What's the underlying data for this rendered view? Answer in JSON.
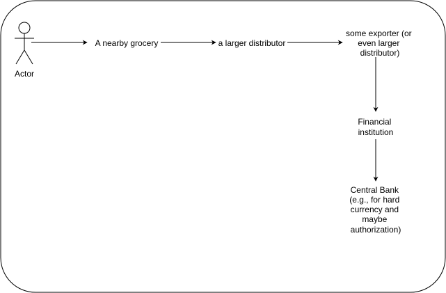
{
  "diagram": {
    "actor": {
      "label": "Actor"
    },
    "nodes": {
      "grocery": "A nearby grocery",
      "distributor": "a larger distributor",
      "exporter": [
        "some exporter (or",
        "even larger",
        "distributor)"
      ],
      "financial": [
        "Financial",
        "institution"
      ],
      "central_bank": [
        "Central Bank",
        "(e.g., for hard",
        "currency and",
        "maybe",
        "authorization)"
      ]
    },
    "edges": [
      {
        "from": "actor",
        "to": "grocery"
      },
      {
        "from": "grocery",
        "to": "distributor"
      },
      {
        "from": "distributor",
        "to": "exporter"
      },
      {
        "from": "exporter",
        "to": "financial"
      },
      {
        "from": "financial",
        "to": "central_bank"
      }
    ],
    "colors": {
      "stroke": "#000000",
      "background": "#ffffff",
      "text": "#000000"
    }
  }
}
